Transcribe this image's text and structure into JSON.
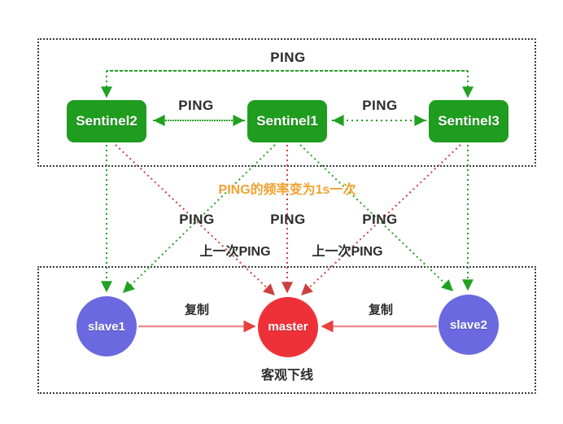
{
  "colors": {
    "sentinel_green": "#1f9d1f",
    "slave_blue": "#6b69e0",
    "master_red": "#ee3138",
    "green_dotted_line": "#21a121",
    "red_dotted_line": "#cc4040",
    "replicate_line": "#e89090",
    "replicate_arrow": "#e8403d",
    "orange_note_text": "#f0a232",
    "label_text": "#2d2d2d",
    "dashed_border": "#3c3c3c"
  },
  "top_box": {
    "ping_top": "PING",
    "ping_between_left": "PING",
    "ping_between_right": "PING",
    "sentinels": [
      {
        "label": "Sentinel2"
      },
      {
        "label": "Sentinel1"
      },
      {
        "label": "Sentinel3"
      }
    ]
  },
  "middle": {
    "note": "PING的频率变为1s一次",
    "ping_left": "PING",
    "ping_center": "PING",
    "ping_right": "PING",
    "last_ping_left": "上一次PING",
    "last_ping_right": "上一次PING"
  },
  "bottom_box": {
    "nodes": [
      {
        "label": "slave1"
      },
      {
        "label": "master"
      },
      {
        "label": "slave2"
      }
    ],
    "replicate_left": "复制",
    "replicate_right": "复制",
    "status": "客观下线"
  }
}
